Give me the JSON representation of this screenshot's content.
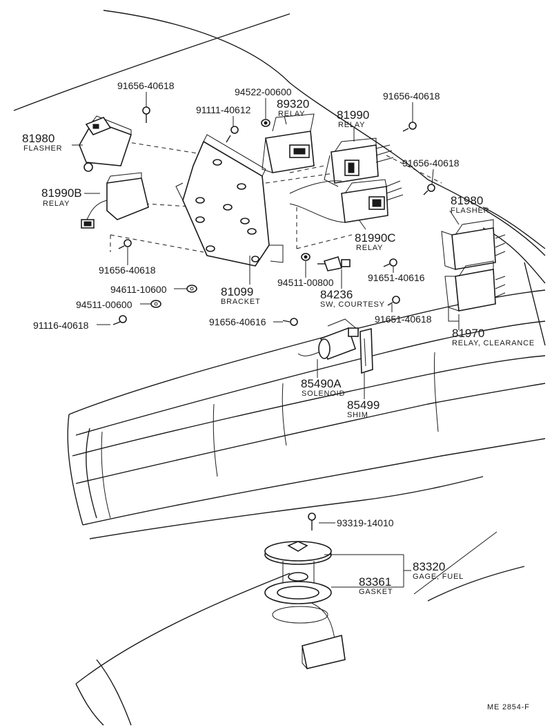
{
  "labels": {
    "p81980a": {
      "num": "81980",
      "cap": "FLASHER"
    },
    "p81990b": {
      "num": "81990B",
      "cap": "RELAY"
    },
    "p89320": {
      "num": "89320",
      "cap": "RELAY"
    },
    "p81990": {
      "num": "81990",
      "cap": "RELAY"
    },
    "p81980b": {
      "num": "81980",
      "cap": "FLASHER"
    },
    "p81990c": {
      "num": "81990C",
      "cap": "RELAY"
    },
    "p81099": {
      "num": "81099",
      "cap": "BRACKET"
    },
    "p84236": {
      "num": "84236",
      "cap": "SW, COURTESY"
    },
    "p81970": {
      "num": "81970",
      "cap": "RELAY, CLEARANCE"
    },
    "p85490a": {
      "num": "85490A",
      "cap": "SOLENOID"
    },
    "p85499": {
      "num": "85499",
      "cap": "SHIM"
    },
    "p83320": {
      "num": "83320",
      "cap": "GAGE, FUEL"
    },
    "p83361": {
      "num": "83361",
      "cap": "GASKET"
    }
  },
  "fasteners": {
    "f1": "91656-40618",
    "f2": "94522-00600",
    "f3": "91111-40612",
    "f4": "91656-40618",
    "f5": "91656-40618",
    "f6": "91656-40618",
    "f7": "94511-00800",
    "f8": "91651-40616",
    "f9": "94611-10600",
    "f10": "94511-00600",
    "f11": "91116-40618",
    "f12": "91656-40616",
    "f13": "91651-40618",
    "f14": "93319-14010"
  },
  "drawing_code": "ME 2854-F"
}
